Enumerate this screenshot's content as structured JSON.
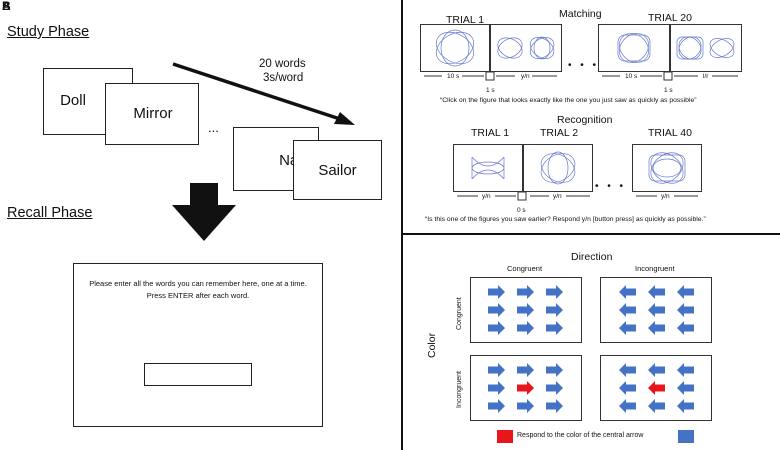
{
  "panel_labels": [
    "A",
    "B"
  ],
  "study": {
    "heading": "Study Phase",
    "arrow_label_line1": "20 words",
    "arrow_label_line2": "3s/word",
    "ellipsis": "...",
    "words": [
      "Doll",
      "Mirror",
      "Nail",
      "Sailor"
    ]
  },
  "recall": {
    "heading": "Recall Phase",
    "instruction": "Please enter all the words you can remember here, one at a time. Press ENTER after each word."
  },
  "matching": {
    "title": "Matching",
    "trial_first": "TRIAL 1",
    "trial_last": "TRIAL 20",
    "dur_study": "10 s",
    "dur_response": "y/n",
    "dur_response_last": "l/r",
    "isi": "1 s",
    "instruction": "“Click on the figure that looks exactly like the one you just saw as quickly as possible”"
  },
  "recognition": {
    "title": "Recognition",
    "trial_1": "TRIAL 1",
    "trial_2": "TRIAL 2",
    "trial_last": "TRIAL 40",
    "dur_response": "y/n",
    "isi": "0 s",
    "instruction": "“Is this one of the figures you saw earlier?  Respond y/n [button press] as quickly as possible.”"
  },
  "flanker": {
    "title": "Direction",
    "col_congruent": "Congruent",
    "col_incongruent": "Incongruent",
    "row_label": "Color",
    "row_congruent": "Congruent",
    "row_incongruent": "Incongruent",
    "legend_text": "Respond to the color of the central arrow",
    "colors": {
      "blue": "#4472c4",
      "red": "#e8151b"
    }
  },
  "dots": "• • •"
}
